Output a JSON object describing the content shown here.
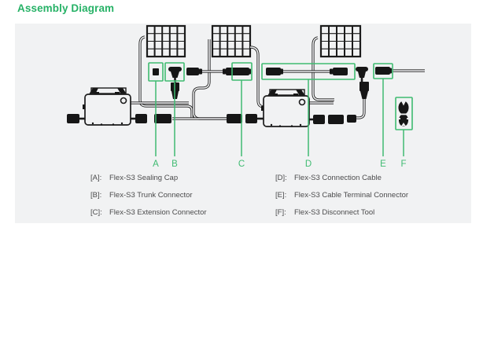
{
  "title": "Assembly Diagram",
  "colors": {
    "title_green": "#27b267",
    "highlight_green": "#3fbb71",
    "panel_background": "#f1f2f3",
    "diagram_ink": "#1c1c1c",
    "legend_text": "#4b4b4c"
  },
  "diagram": {
    "component_labels": [
      "A",
      "B",
      "C",
      "D",
      "E",
      "F"
    ],
    "components": {
      "A": "Flex-S3 Sealing Cap",
      "B": "Flex-S3 Trunk Connector",
      "C": "Flex-S3 Extension Connector",
      "D": "Flex-S3 Connection Cable",
      "E": "Flex-S3 Cable Terminal Connector",
      "F": "Flex-S3 Disconnect Tool"
    }
  },
  "legend": {
    "left": [
      {
        "key": "[A]:",
        "label": "Flex-S3 Sealing Cap"
      },
      {
        "key": "[B]:",
        "label": "Flex-S3 Trunk Connector"
      },
      {
        "key": "[C]:",
        "label": "Flex-S3 Extension Connector"
      }
    ],
    "right": [
      {
        "key": "[D]:",
        "label": "Flex-S3 Connection Cable"
      },
      {
        "key": "[E]:",
        "label": "Flex-S3 Cable Terminal Connector"
      },
      {
        "key": "[F]:",
        "label": "Flex-S3 Disconnect Tool"
      }
    ]
  }
}
